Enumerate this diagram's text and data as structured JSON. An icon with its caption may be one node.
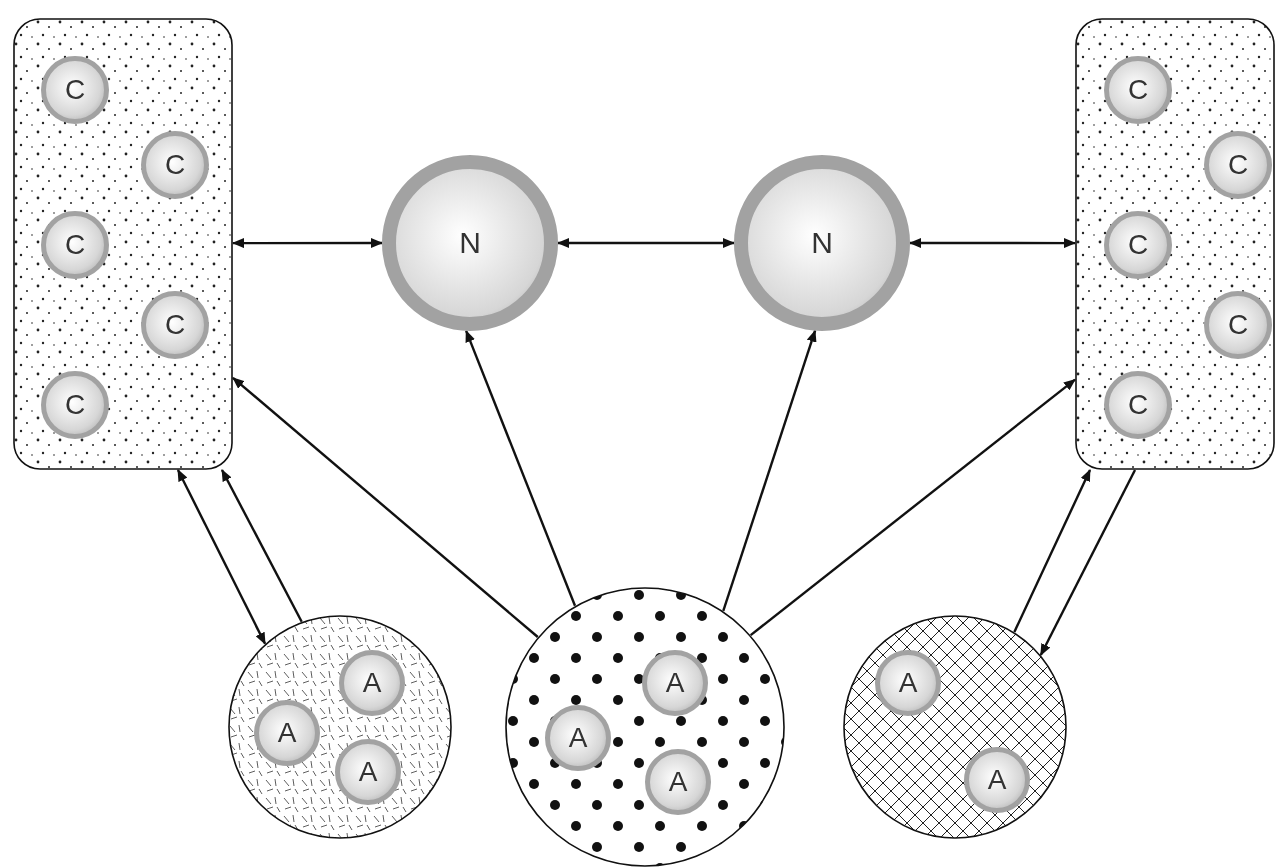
{
  "diagram": {
    "nodes": [
      {
        "text": [],
        "shape": "box"
      },
      {
        "text": [
          "C"
        ],
        "in": 0
      },
      {
        "text": [
          "C"
        ],
        "in": 0
      },
      {
        "text": [
          "C"
        ],
        "in": 0
      },
      {
        "text": [
          "C"
        ],
        "in": 0
      },
      {
        "text": [
          "C"
        ],
        "in": 0
      },
      {
        "text": [
          "N"
        ]
      },
      {
        "text": [
          "N"
        ]
      },
      {
        "text": [],
        "shape": "box"
      },
      {
        "text": [
          "C"
        ],
        "in": 8
      },
      {
        "text": [
          "C"
        ],
        "in": 8
      },
      {
        "text": [
          "C"
        ],
        "in": 8
      },
      {
        "text": [
          "C"
        ],
        "in": 8
      },
      {
        "text": [
          "C"
        ],
        "in": 8
      },
      {
        "text": [],
        "shape": "circle"
      },
      {
        "text": [
          "A"
        ],
        "in": 14
      },
      {
        "text": [
          "A"
        ],
        "in": 14
      },
      {
        "text": [
          "A"
        ],
        "in": 14
      },
      {
        "text": [],
        "shape": "circle"
      },
      {
        "text": [
          "A"
        ],
        "in": 18
      },
      {
        "text": [
          "A"
        ],
        "in": 18
      },
      {
        "text": [
          "A"
        ],
        "in": 18
      },
      {
        "text": [],
        "shape": "circle"
      },
      {
        "text": [
          "A"
        ],
        "in": 22
      },
      {
        "text": [
          "A"
        ],
        "in": 22
      }
    ],
    "edges": [
      {
        "from": 0,
        "to": 6,
        "arrow": "both"
      },
      {
        "from": 6,
        "to": 7,
        "arrow": "both"
      },
      {
        "from": 7,
        "to": 8,
        "arrow": "both"
      },
      {
        "from": 0,
        "to": 14,
        "arrow": "both"
      },
      {
        "from": 14,
        "to": 0,
        "arrow": "to"
      },
      {
        "from": 18,
        "to": 0,
        "arrow": "to"
      },
      {
        "from": 18,
        "to": 6,
        "arrow": "to"
      },
      {
        "from": 18,
        "to": 7,
        "arrow": "to"
      },
      {
        "from": 18,
        "to": 8,
        "arrow": "to"
      },
      {
        "from": 22,
        "to": 8,
        "arrow": "to"
      },
      {
        "from": 8,
        "to": 22,
        "arrow": "to"
      }
    ]
  }
}
